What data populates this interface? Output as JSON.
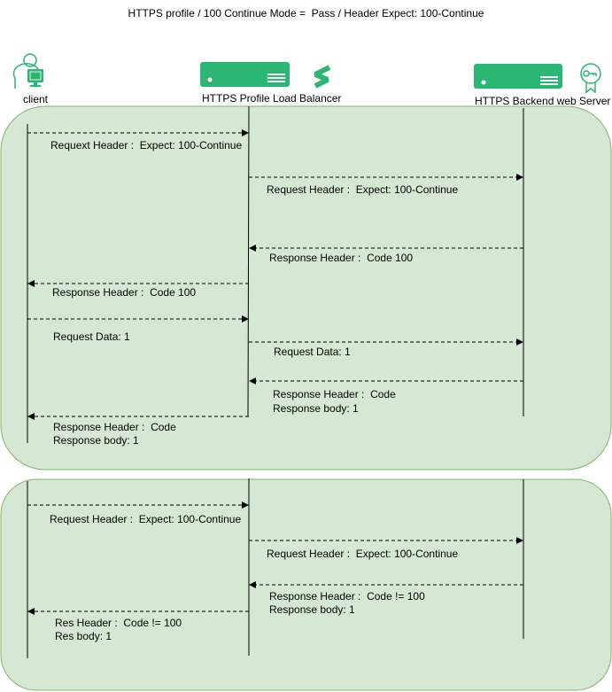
{
  "title": "HTTPS profile / 100 Continue Mode =  Pass / Header Expect: 100-Continue",
  "actors": {
    "client": "client",
    "load_balancer": "HTTPS Profile Load Balancer",
    "backend": "HTTPS Backend web Server"
  },
  "colors": {
    "green_icon": "#2bb673",
    "box_fill": "#d5e8d4",
    "box_stroke": "#82b366"
  },
  "scenario1": {
    "messages": [
      {
        "lines": [
          "Requext Header :  Expect: 100-Continue"
        ]
      },
      {
        "lines": [
          "Request Header :  Expect: 100-Continue"
        ]
      },
      {
        "lines": [
          "Response Header :  Code 100"
        ]
      },
      {
        "lines": [
          "Response Header :  Code 100"
        ]
      },
      {
        "lines": [
          "Request Data: 1"
        ]
      },
      {
        "lines": [
          "Request Data: 1"
        ]
      },
      {
        "lines": [
          "Response Header :  Code",
          "Response body: 1"
        ]
      },
      {
        "lines": [
          "Response Header :  Code",
          "Response body: 1"
        ]
      }
    ]
  },
  "scenario2": {
    "messages": [
      {
        "lines": [
          "Request Header :  Expect: 100-Continue"
        ]
      },
      {
        "lines": [
          "Request Header :  Expect: 100-Continue"
        ]
      },
      {
        "lines": [
          "Response Header :  Code != 100",
          "Response body: 1"
        ]
      },
      {
        "lines": [
          "Res Header :  Code != 100",
          "Res body: 1"
        ]
      }
    ]
  }
}
